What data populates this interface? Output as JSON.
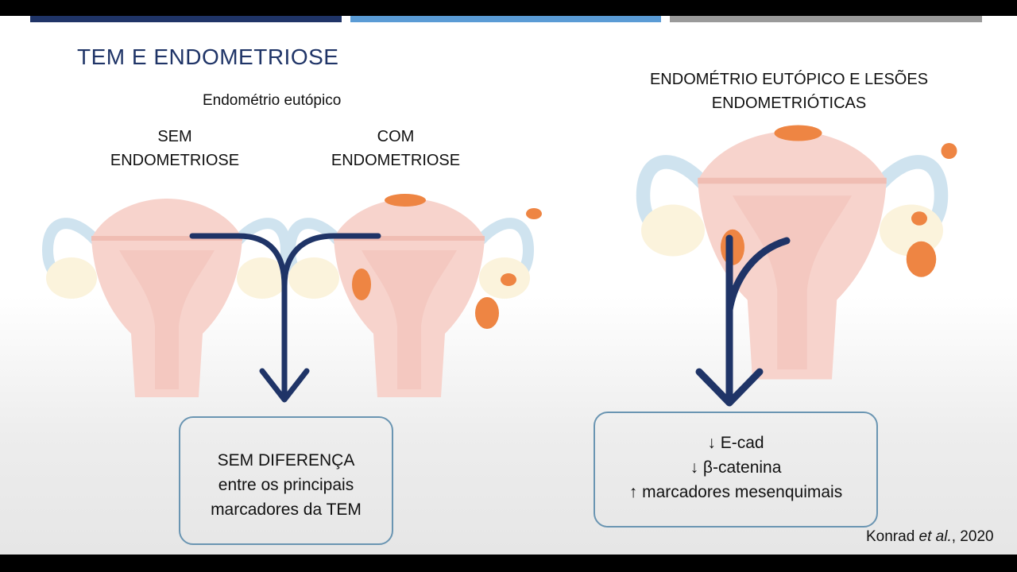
{
  "slide": {
    "title": "TEM E ENDOMETRIOSE",
    "left": {
      "subtitle": "Endométrio eutópico",
      "col1": [
        "SEM",
        "ENDOMETRIOSE"
      ],
      "col2": [
        "COM",
        "ENDOMETRIOSE"
      ],
      "result": [
        "SEM DIFERENÇA",
        "entre os principais",
        "marcadores da TEM"
      ]
    },
    "right": {
      "heading": [
        "ENDOMÉTRIO EUTÓPICO E LESÕES",
        "ENDOMETRIÓTICAS"
      ],
      "result": [
        "↓ E-cad",
        "↓ β-catenina",
        "↑ marcadores mesenquimais"
      ]
    },
    "citation": {
      "author": "Konrad ",
      "etal": "et al.",
      "year": ", 2020"
    }
  },
  "colors": {
    "title": "#1f3467",
    "arrow": "#1f3467",
    "uterus": "#f7d3cc",
    "lesion": "#ee8543",
    "tube": "#cfe3ef",
    "ovary": "#fbf3dc",
    "box_border": "#6a95b2"
  },
  "icons": [
    "uterus-illustration",
    "uterus-with-lesions-illustration",
    "merge-arrow",
    "down-arrow"
  ]
}
